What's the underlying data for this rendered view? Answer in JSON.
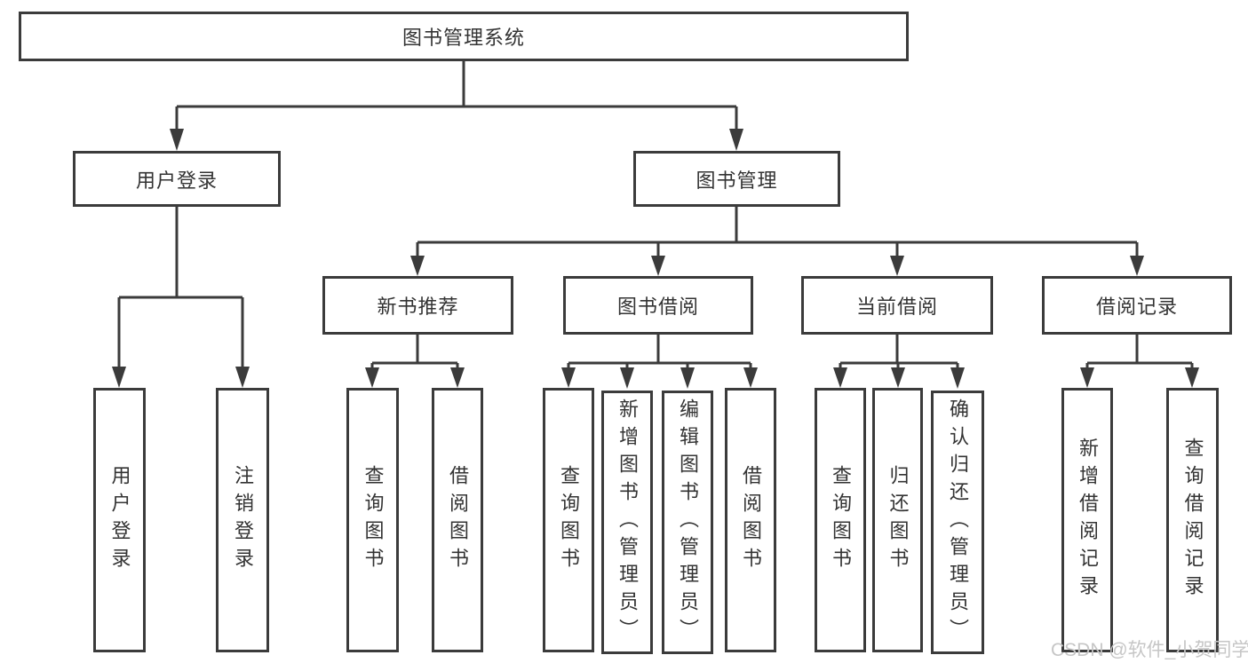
{
  "diagram": {
    "root": {
      "label": "图书管理系统"
    },
    "level2": {
      "user_login": {
        "label": "用户登录"
      },
      "book_mgmt": {
        "label": "图书管理"
      }
    },
    "level3": {
      "new_book_rec": {
        "label": "新书推荐"
      },
      "book_borrow": {
        "label": "图书借阅"
      },
      "current_borrow": {
        "label": "当前借阅"
      },
      "borrow_records": {
        "label": "借阅记录"
      }
    },
    "leaves": {
      "user_login": {
        "label": "用户登录"
      },
      "logout": {
        "label": "注销登录"
      },
      "nbr_query_book": {
        "label": "查询图书"
      },
      "nbr_borrow_book": {
        "label": "借阅图书"
      },
      "bb_query_book": {
        "label": "查询图书"
      },
      "bb_add_book": {
        "label": "新增图书（管理员）"
      },
      "bb_edit_book": {
        "label": "编辑图书（管理员）"
      },
      "bb_borrow_book": {
        "label": "借阅图书"
      },
      "cb_query_book": {
        "label": "查询图书"
      },
      "cb_return_book": {
        "label": "归还图书"
      },
      "cb_confirm_return": {
        "label": "确认归还（管理员）"
      },
      "br_add_record": {
        "label": "新增借阅记录"
      },
      "br_query_record": {
        "label": "查询借阅记录"
      }
    },
    "colors": {
      "line": "#3b3b3b",
      "text": "#333333",
      "watermark": "#c6c6c6"
    }
  },
  "watermark": {
    "text": "CSDN @软件_小贺同学"
  }
}
